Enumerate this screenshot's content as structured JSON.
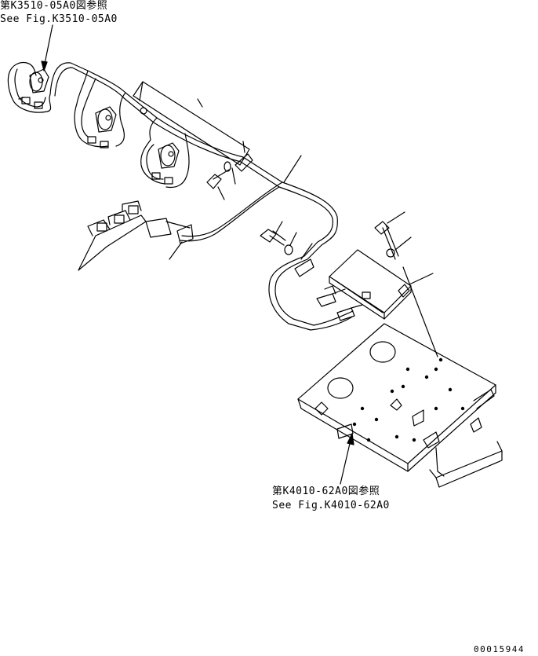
{
  "refs": {
    "top_jp": "第K3510-05A0図参照",
    "top_en": "See Fig.K3510-05A0",
    "bottom_jp": "第K4010-62A0図参照",
    "bottom_en": "See Fig.K4010-62A0"
  },
  "drawing_code": "00015944",
  "colors": {
    "line": "#000000",
    "background": "#ffffff"
  }
}
